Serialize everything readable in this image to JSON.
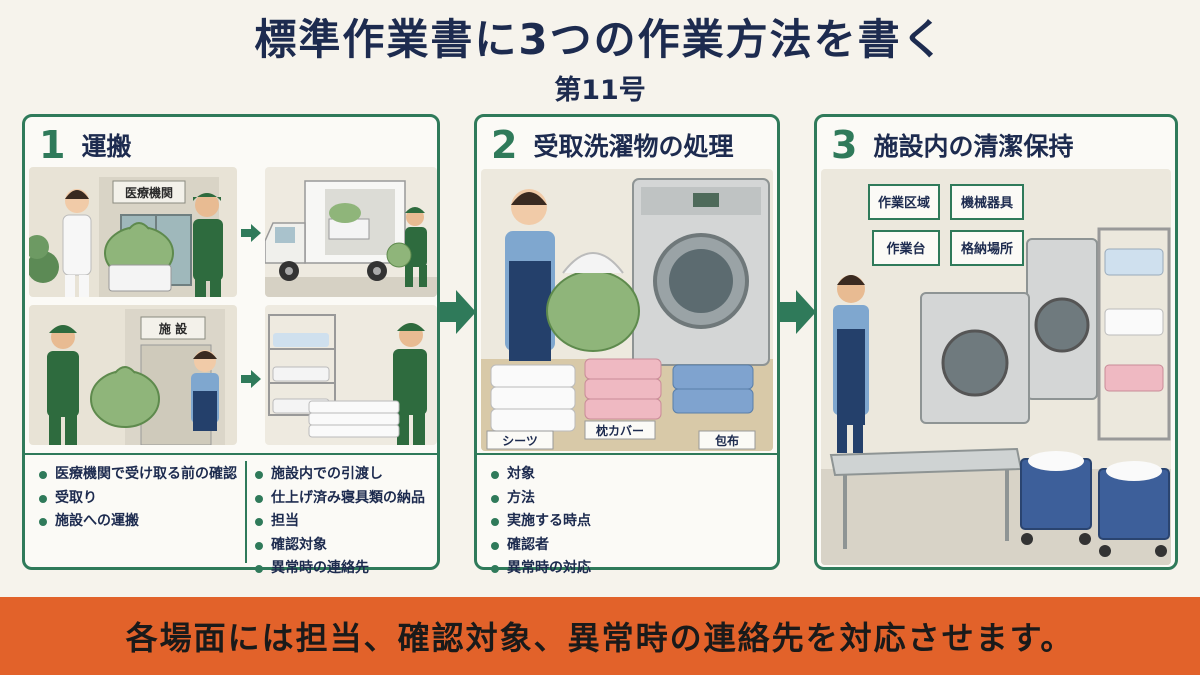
{
  "header": {
    "title": "標準作業書に3つの作業方法を書く",
    "subtitle": "第11号"
  },
  "panels": [
    {
      "number": "1",
      "title": "運搬",
      "signs": {
        "hospital": "医療機関",
        "facility": "施 設"
      },
      "list_left": [
        "医療機関で受け取る前の確認",
        "受取り",
        "施設への運搬"
      ],
      "list_right": [
        "施設内での引渡し",
        "仕上げ済み寝具類の納品",
        "担当",
        "確認対象",
        "異常時の連絡先"
      ]
    },
    {
      "number": "2",
      "title": "受取洗濯物の処理",
      "item_labels": [
        "シーツ",
        "枕カバー",
        "包布"
      ],
      "list": [
        "対象",
        "方法",
        "実施する時点",
        "確認者",
        "異常時の対応"
      ]
    },
    {
      "number": "3",
      "title": "施設内の清潔保持",
      "signs": [
        "作業区域",
        "機械器具",
        "作業台",
        "格納場所"
      ]
    }
  ],
  "footer": {
    "text": "各場面には担当、確認対象、異常時の連絡先を対応させます。"
  },
  "colors": {
    "accent": "#2f7a5a",
    "banner": "#e2622a",
    "text": "#1d2b4f"
  },
  "icons": [
    "arrow-right-icon"
  ]
}
